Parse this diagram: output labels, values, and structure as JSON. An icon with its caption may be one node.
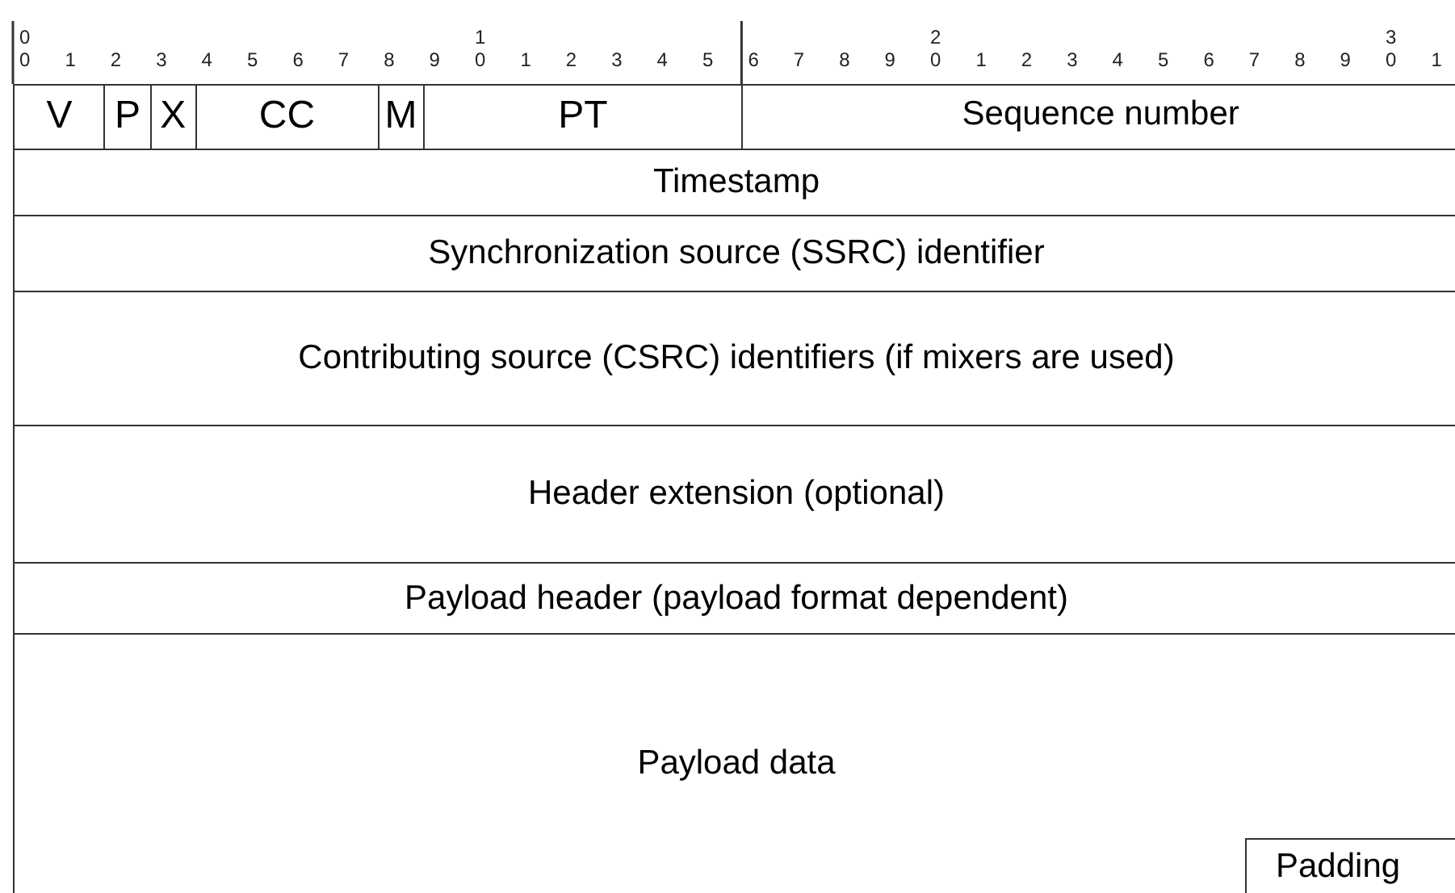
{
  "diagram": {
    "nodes": [
      {
        "text": [
          "V"
        ]
      },
      {
        "text": [
          "P"
        ]
      },
      {
        "text": [
          "X"
        ]
      },
      {
        "text": [
          "CC"
        ]
      },
      {
        "text": [
          "M"
        ]
      },
      {
        "text": [
          "PT"
        ]
      },
      {
        "text": [
          "Sequence number"
        ]
      },
      {
        "text": [
          "Timestamp"
        ]
      },
      {
        "text": [
          "Synchronization source (SSRC) identifier"
        ]
      },
      {
        "text": [
          "Contributing source (CSRC) identifiers (if mixers are used)"
        ]
      },
      {
        "text": [
          "Header extension (optional)"
        ]
      },
      {
        "text": [
          "Payload header (payload format dependent)"
        ]
      },
      {
        "text": [
          "Payload data"
        ]
      },
      {
        "text": [
          "Padding"
        ],
        "in": 12
      }
    ],
    "labels": [
      "0",
      "1",
      "2",
      "3",
      "0",
      "1",
      "2",
      "3",
      "4",
      "5",
      "6",
      "7",
      "8",
      "9",
      "0",
      "1",
      "2",
      "3",
      "4",
      "5",
      "6",
      "7",
      "8",
      "9",
      "0",
      "1",
      "2",
      "3",
      "4",
      "5",
      "6",
      "7",
      "8",
      "9",
      "0",
      "1"
    ]
  }
}
